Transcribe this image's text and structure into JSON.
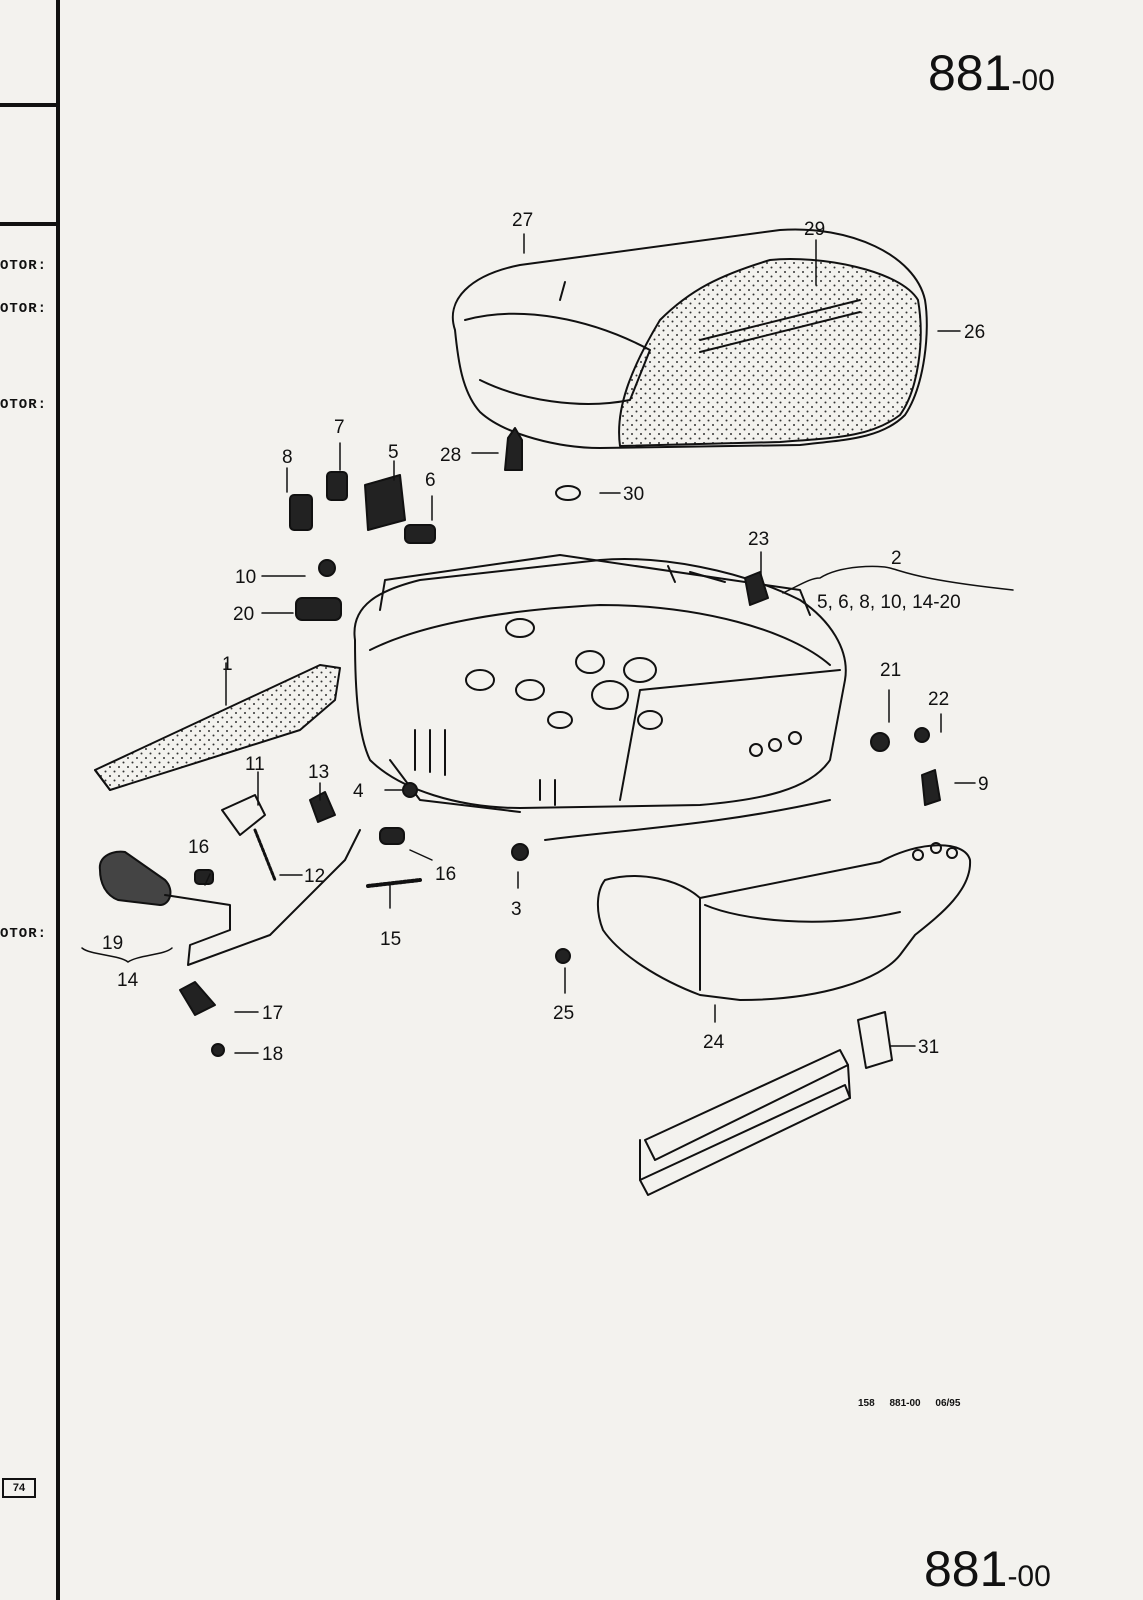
{
  "page": {
    "number": "881",
    "suffix": "-00",
    "footer_code": "158 881-00 06/95"
  },
  "left_margin": {
    "labels": [
      "OTOR:",
      "OTOR:",
      "OTOR:",
      "OTOR:"
    ],
    "page_box": "74"
  },
  "callouts": {
    "c1": "1",
    "c2": "2",
    "c2_detail": "5, 6, 8, 10, 14-20",
    "c3": "3",
    "c4": "4",
    "c5": "5",
    "c6": "6",
    "c7": "7",
    "c8": "8",
    "c9": "9",
    "c10": "10",
    "c11": "11",
    "c12": "12",
    "c13": "13",
    "c14": "14",
    "c15": "15",
    "c16a": "16",
    "c16b": "16",
    "c17": "17",
    "c18": "18",
    "c19": "19",
    "c20": "20",
    "c21": "21",
    "c22": "22",
    "c23": "23",
    "c24": "24",
    "c25": "25",
    "c26": "26",
    "c27": "27",
    "c28": "28",
    "c29": "29",
    "c30": "30",
    "c31": "31"
  }
}
